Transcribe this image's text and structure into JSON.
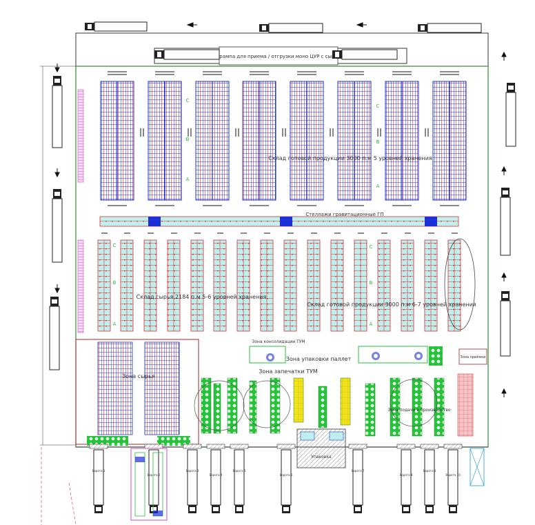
{
  "canopy_label": "закрытая рампа для приема / отгрузки моно ЦУР с сырьём или ГП",
  "zones": {
    "upper_storage": "Склад готовой продукции 3000 п.м 5 уровней хранения",
    "cross_corridor": "Стеллажи гравитационные ГП",
    "lower_left_storage": "Склад сырья 2184 п.м 5-6 уровней хранения",
    "lower_right_storage": "Склад готовой продукции 3000 п.м 6-7 уровней хранения",
    "pallet_wrap": "Зона упаковки паллет",
    "shrink_wrap": "Зона запечатки ТУМ",
    "consolidation": "Зона консолидации ТУМ",
    "prod_supply": "Зона подачи в производство",
    "left_block": "Зона сырья",
    "right_side_note": "Зона приёмки",
    "packaging_station": "Упаковка"
  },
  "row_letters": [
    "C",
    "B",
    "A"
  ],
  "dock_labels": [
    "Ворота 1",
    "Ворота 2",
    "Ворота 3",
    "Ворота 4",
    "Ворота 5",
    "Ворота 6",
    "Ворота 7",
    "Ворота 8",
    "Ворота 9",
    "Ворота 10"
  ],
  "colors": {
    "outline": "#2e8b2e",
    "rack_blue": "#1d2fd6",
    "rack_red": "#e02a2a",
    "aisle_cyan": "#7fe3e0",
    "block_green": "#26c23a",
    "block_yellow": "#f2e21c",
    "block_pink": "#f2a0a0",
    "magenta": "#c84fc8",
    "truck": "#222222"
  }
}
